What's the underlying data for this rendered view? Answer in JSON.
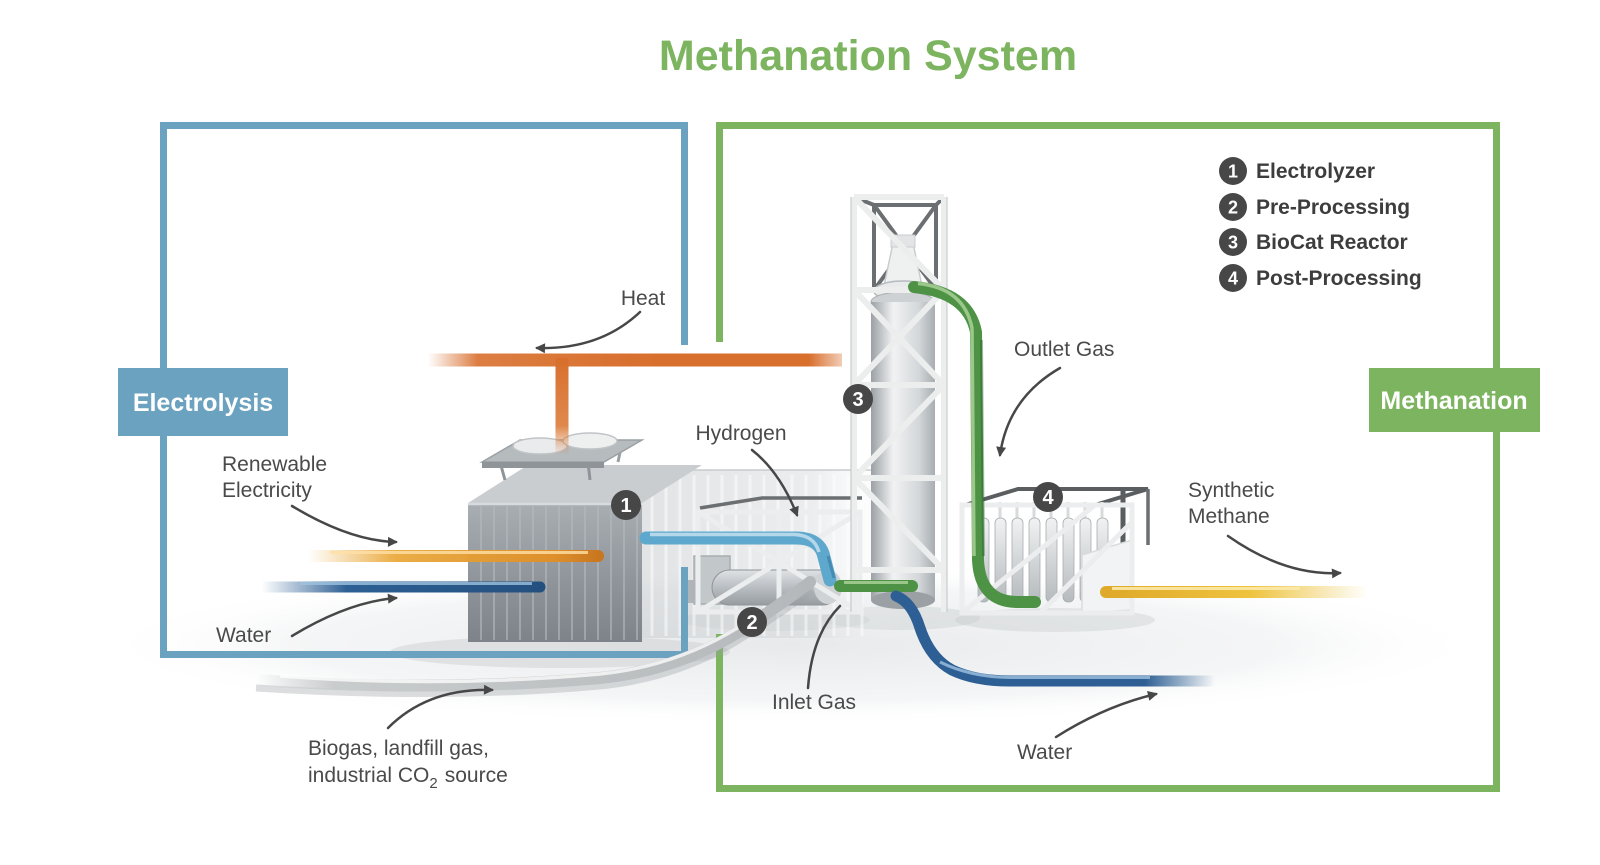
{
  "title": "Methanation System",
  "sections": {
    "electrolysis": {
      "label": "Electrolysis"
    },
    "methanation": {
      "label": "Methanation"
    }
  },
  "legend": {
    "items": [
      {
        "number": "1",
        "label": "Electrolyzer"
      },
      {
        "number": "2",
        "label": "Pre-Processing"
      },
      {
        "number": "3",
        "label": "BioCat Reactor"
      },
      {
        "number": "4",
        "label": "Post-Processing"
      }
    ]
  },
  "markers": [
    {
      "number": "1"
    },
    {
      "number": "2"
    },
    {
      "number": "3"
    },
    {
      "number": "4"
    }
  ],
  "labels": {
    "heat": "Heat",
    "hydrogen": "Hydrogen",
    "outlet_gas": "Outlet Gas",
    "renewable_electricity_line1": "Renewable",
    "renewable_electricity_line2": "Electricity",
    "water_in": "Water",
    "inlet_gas": "Inlet Gas",
    "water_out": "Water",
    "synthetic_methane_line1": "Synthetic",
    "synthetic_methane_line2": "Methane",
    "biogas_line1": "Biogas, landfill gas,",
    "biogas_line2_pre": "industrial CO",
    "biogas_line2_sub": "2",
    "biogas_line2_post": "source"
  },
  "colors": {
    "green": "#7db45f",
    "blue": "#6aa2bf",
    "heat_orange": "#d86f2d",
    "electricity_yellow": "#e29a31",
    "water_blue": "#2d5f94",
    "hydrogen_blue": "#5ea8ce",
    "gas_green": "#4e9345",
    "methane_yellow": "#eec33e",
    "biogas_gray": "#c2c6c8",
    "label_gray": "#4a4a4a",
    "marker_gray": "#474747"
  }
}
